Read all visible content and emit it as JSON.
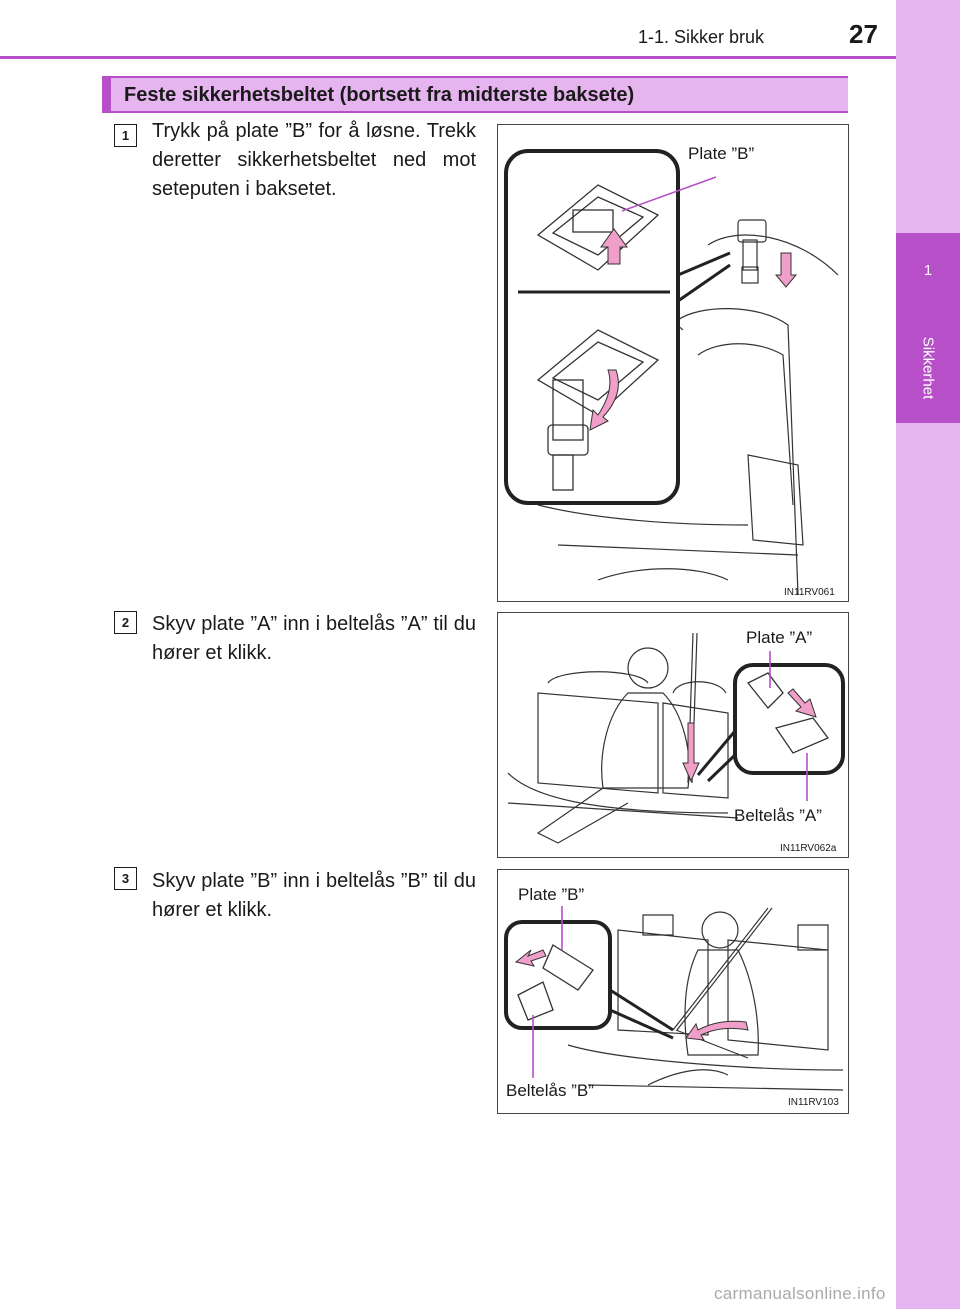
{
  "header": {
    "section": "1-1. Sikker bruk",
    "page_number": "27"
  },
  "side_tab": {
    "chapter_number": "1",
    "chapter_title": "Sikkerhet"
  },
  "section_title": "Feste sikkerhetsbeltet (bortsett fra midterste baksete)",
  "steps": [
    {
      "number": "1",
      "text": "Trykk på plate ”B” for å løsne. Trekk deretter sikkerhetsbeltet ned mot seteputen i baksetet."
    },
    {
      "number": "2",
      "text": "Skyv plate ”A” inn i beltelås ”A” til du hører et klikk."
    },
    {
      "number": "3",
      "text": "Skyv plate ”B” inn i beltelås ”B” til du hører et klikk."
    }
  ],
  "figures": [
    {
      "labels": [
        "Plate ”B”"
      ],
      "code": "IN11RV061"
    },
    {
      "labels": [
        "Plate ”A”",
        "Beltelås ”A”"
      ],
      "code": "IN11RV062a"
    },
    {
      "labels": [
        "Plate ”B”",
        "Beltelås ”B”"
      ],
      "code": "IN11RV103"
    }
  ],
  "watermark": "carmanualsonline.info",
  "colors": {
    "accent": "#b64fc8",
    "accent_light": "#e6b4ef",
    "arrow_pink": "#f0a0c8"
  }
}
